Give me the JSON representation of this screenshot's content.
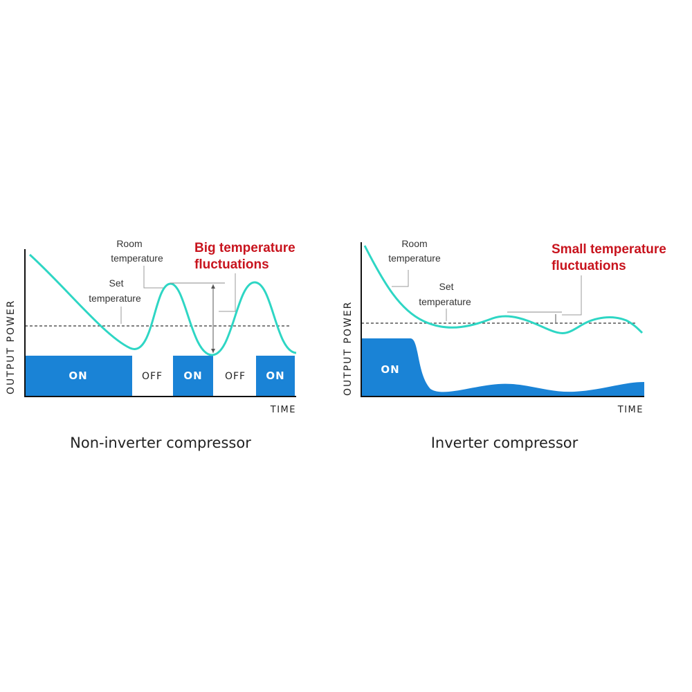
{
  "colors": {
    "temperature_curve": "#2ed6c4",
    "output_power": "#1a83d6",
    "headline": "#c8141e",
    "axis": "#111111",
    "set_line": "#333333",
    "leader": "#888888"
  },
  "left_panel": {
    "axis_title": "OUTPUT POWER",
    "time_label": "TIME",
    "room_label": [
      "Room",
      "temperature"
    ],
    "set_label": [
      "Set",
      "temperature"
    ],
    "headline": [
      "Big temperature",
      "fluctuations"
    ],
    "segments": [
      {
        "state": "on",
        "label": "ON"
      },
      {
        "state": "off",
        "label": "OFF"
      },
      {
        "state": "on",
        "label": "ON"
      },
      {
        "state": "off",
        "label": "OFF"
      },
      {
        "state": "on",
        "label": "ON"
      }
    ],
    "caption": "Non-inverter compressor"
  },
  "right_panel": {
    "axis_title": "OUTPUT POWER",
    "time_label": "TIME",
    "room_label": [
      "Room",
      "temperature"
    ],
    "set_label": [
      "Set",
      "temperature"
    ],
    "headline": [
      "Small temperature",
      "fluctuations"
    ],
    "on_label": "ON",
    "caption": "Inverter compressor"
  }
}
